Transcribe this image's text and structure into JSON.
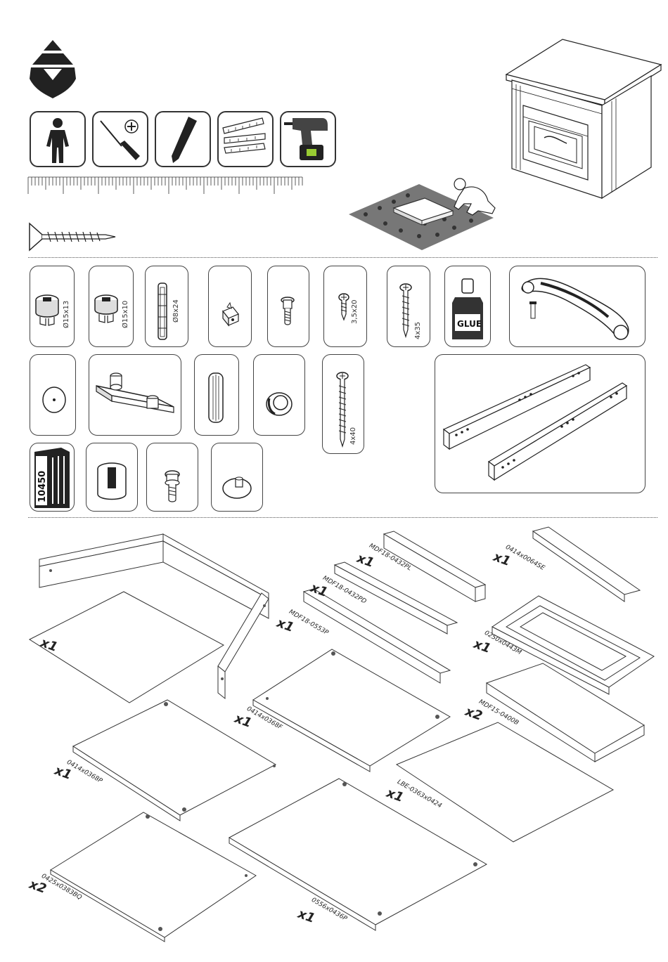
{
  "tools": [
    {
      "name": "person-icon"
    },
    {
      "name": "screwdriver-icon"
    },
    {
      "name": "pencil-icon"
    },
    {
      "name": "folding-ruler-icon"
    },
    {
      "name": "drill-icon"
    }
  ],
  "hardware": [
    {
      "id": "cam15x13",
      "label": "Ø15x13"
    },
    {
      "id": "cam15x10",
      "label": "Ø15x10"
    },
    {
      "id": "dowel8x24",
      "label": "Ø8x24"
    },
    {
      "id": "screw3520",
      "label": "3,5x20"
    },
    {
      "id": "screw4x35",
      "label": "4x35"
    },
    {
      "id": "glue",
      "label": "GLUE"
    },
    {
      "id": "screw4x40",
      "label": "4x40"
    },
    {
      "id": "connector",
      "label": "10450"
    }
  ],
  "parts": [
    {
      "qty": "x1",
      "code": "MDF18-0432PL"
    },
    {
      "qty": "x1",
      "code": "0414x0064SE"
    },
    {
      "qty": "x1",
      "code": "MDF18-0432PD"
    },
    {
      "qty": "x1",
      "code": "MDF18-0553P"
    },
    {
      "qty": "x1",
      "code": "0250x0443M"
    },
    {
      "qty": "x1",
      "code": ""
    },
    {
      "qty": "x1",
      "code": "0414x0368F"
    },
    {
      "qty": "x2",
      "code": "MDF15-0400B"
    },
    {
      "qty": "x1",
      "code": "0414x0368P"
    },
    {
      "qty": "x1",
      "code": "LBE-0363x0424"
    },
    {
      "qty": "x2",
      "code": "0425x0383BQ"
    },
    {
      "qty": "x1",
      "code": "0556x0436P"
    }
  ]
}
